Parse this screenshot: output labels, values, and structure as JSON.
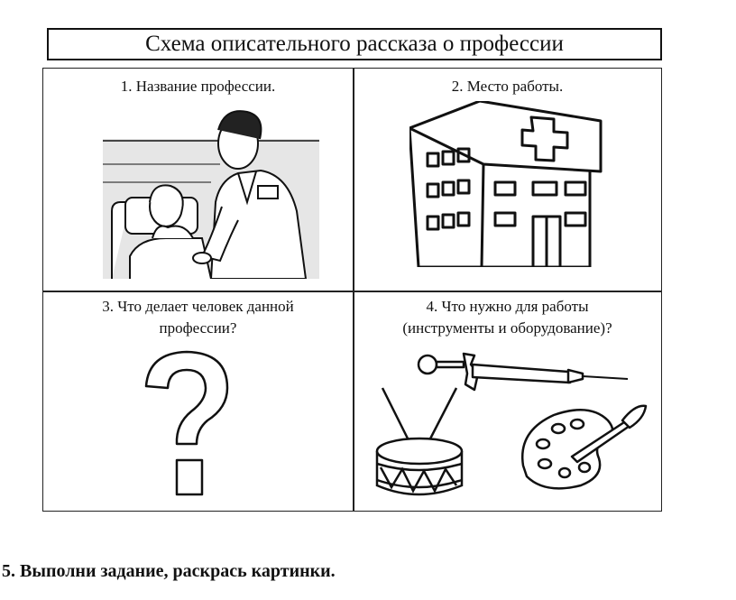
{
  "header": {
    "title": "Схема описательного рассказа о профессии"
  },
  "cells": [
    {
      "label": "1. Название профессии."
    },
    {
      "label": "2. Место работы."
    },
    {
      "label_line1": "3. Что делает человек данной",
      "label_line2": "профессии?"
    },
    {
      "label_line1": "4. Что нужно для работы",
      "label_line2": "(инструменты  и оборудование)?"
    }
  ],
  "footer": {
    "task": "5. Выполни задание, раскрась картинки."
  }
}
